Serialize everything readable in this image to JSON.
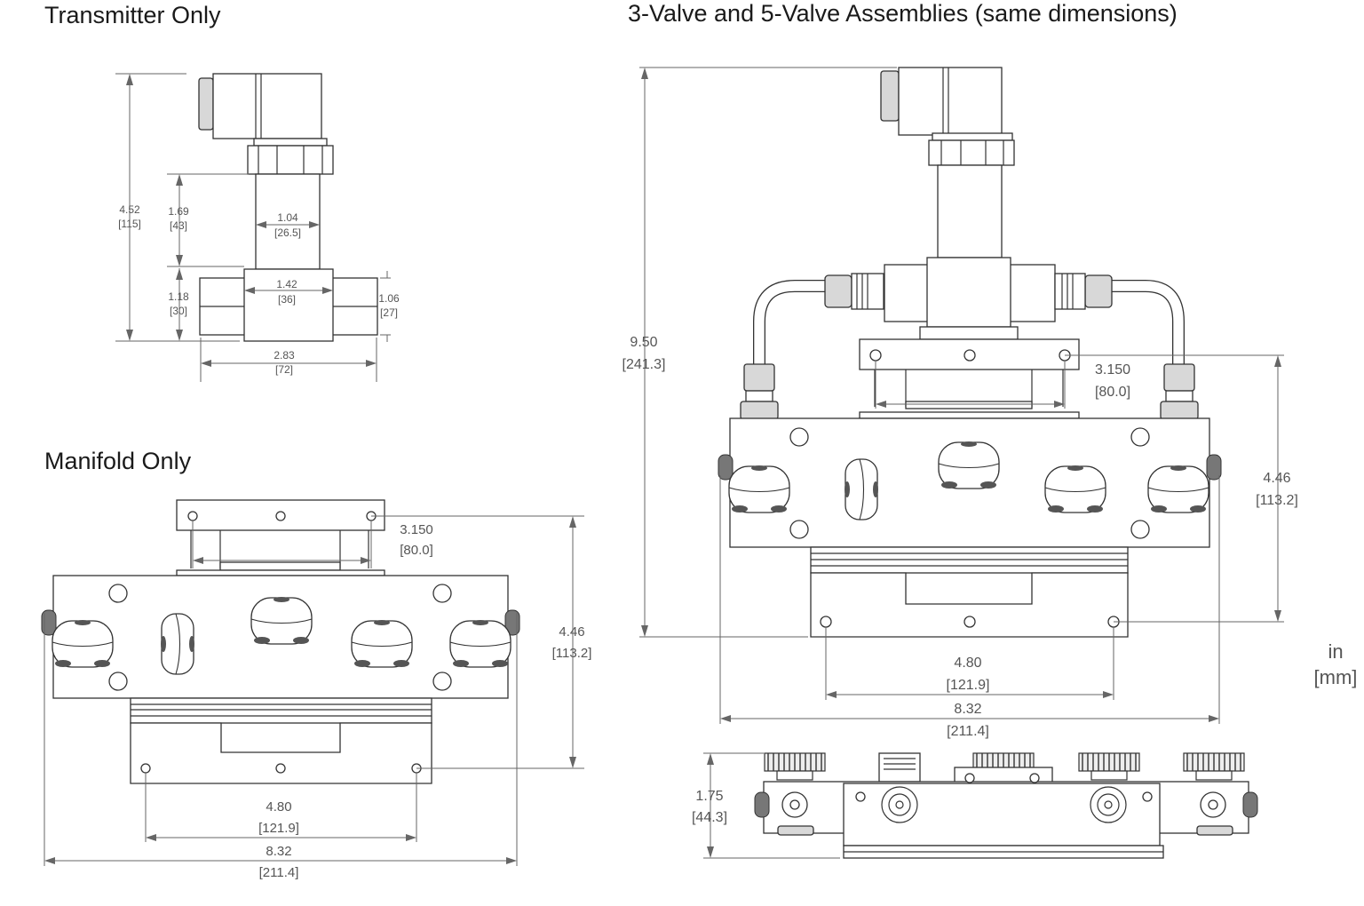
{
  "titles": {
    "transmitter": "Transmitter Only",
    "manifold": "Manifold Only",
    "assemblies": "3-Valve and 5-Valve Assemblies (same dimensions)"
  },
  "units": {
    "inch": "in",
    "mm": "[mm]"
  },
  "transmitter_dims": {
    "height": {
      "in": "4.52",
      "mm": "[115]"
    },
    "upper": {
      "in": "1.69",
      "mm": "[43]"
    },
    "lower": {
      "in": "1.18",
      "mm": "[30]"
    },
    "neck": {
      "in": "1.04",
      "mm": "[26.5]"
    },
    "body": {
      "in": "1.42",
      "mm": "[36]"
    },
    "port": {
      "in": "1.06",
      "mm": "[27]"
    },
    "width": {
      "in": "2.83",
      "mm": "[72]"
    }
  },
  "manifold_dims": {
    "bolt": {
      "in": "3.150",
      "mm": "[80.0]"
    },
    "height": {
      "in": "4.46",
      "mm": "[113.2]"
    },
    "mount": {
      "in": "4.80",
      "mm": "[121.9]"
    },
    "width": {
      "in": "8.32",
      "mm": "[211.4]"
    }
  },
  "assembly_dims": {
    "height": {
      "in": "9.50",
      "mm": "[241.3]"
    },
    "bolt": {
      "in": "3.150",
      "mm": "[80.0]"
    },
    "manifold_height": {
      "in": "4.46",
      "mm": "[113.2]"
    },
    "mount": {
      "in": "4.80",
      "mm": "[121.9]"
    },
    "width": {
      "in": "8.32",
      "mm": "[211.4]"
    },
    "depth": {
      "in": "1.75",
      "mm": "[44.3]"
    }
  }
}
